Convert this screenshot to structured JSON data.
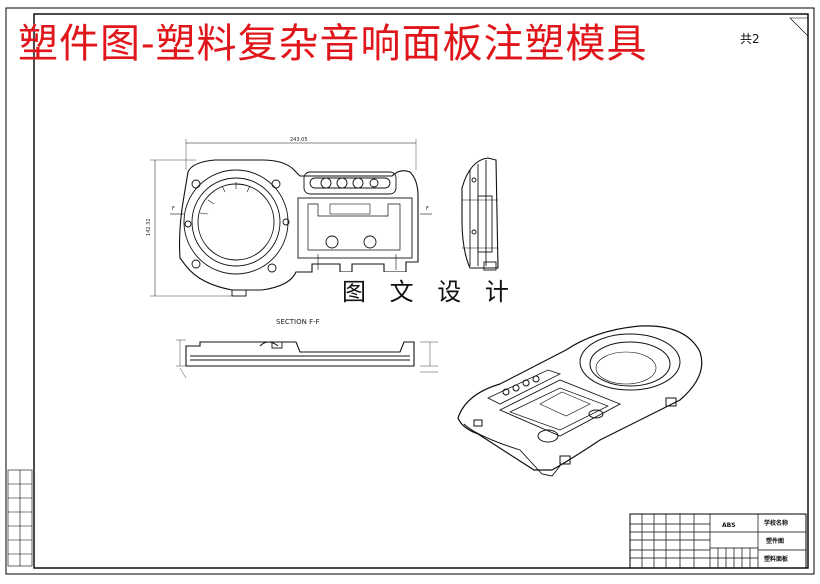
{
  "title": "塑件图-塑料复杂音响面板注塑模具",
  "watermark": "图 文 设 计",
  "corner_mark": "共2",
  "views": {
    "section_label": "SECTION F-F",
    "cut_label_left": "F",
    "cut_label_right": "F",
    "dim_width": "243.05",
    "dim_height": "142.32"
  },
  "title_block": {
    "material": "ABS",
    "school_name": "学校名称",
    "drawing_type": "塑件图",
    "part_name": "塑料面板"
  }
}
